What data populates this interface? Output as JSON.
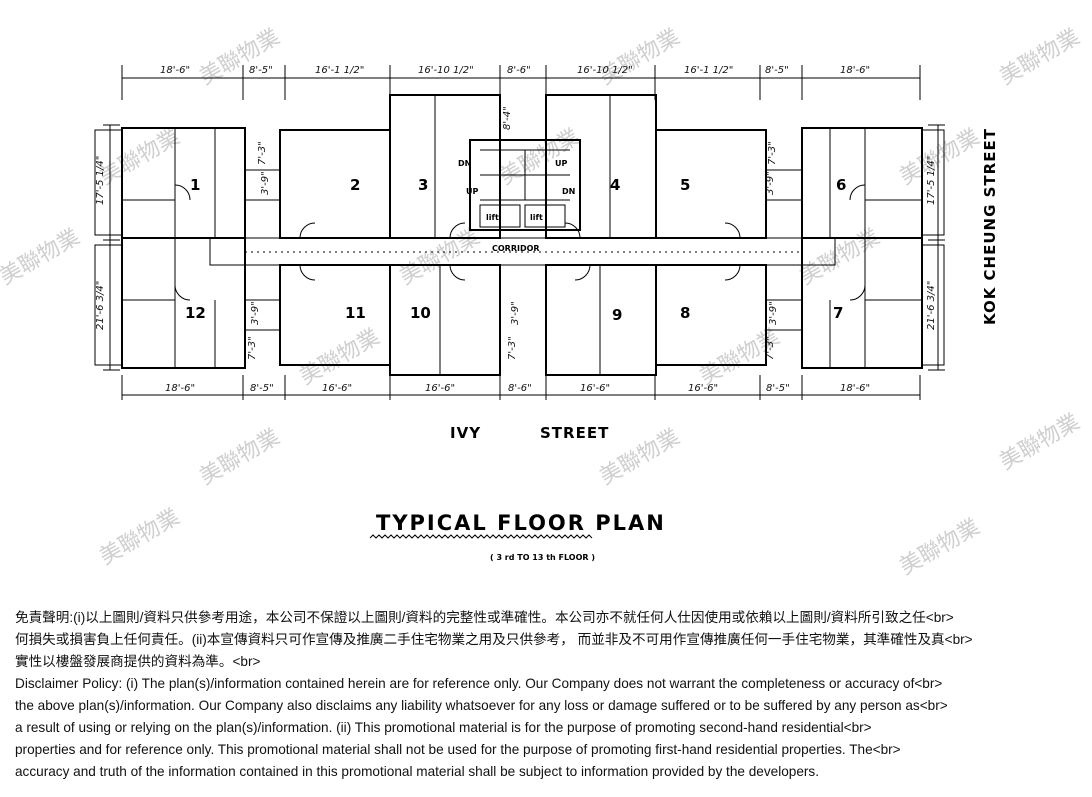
{
  "plan": {
    "top_dims": [
      "18'-6\"",
      "8'-5\"",
      "16'-1 1/2\"",
      "16'-10 1/2\"",
      "8'-6\"",
      "16'-10 1/2\"",
      "16'-1 1/2\"",
      "8'-5\"",
      "18'-6\""
    ],
    "bottom_dims": [
      "18'-6\"",
      "8'-5\"",
      "16'-6\"",
      "16'-6\"",
      "8'-6\"",
      "16'-6\"",
      "16'-6\"",
      "8'-5\"",
      "18'-6\""
    ],
    "side_dims": {
      "upper": "17'-5 1/4\"",
      "lower": "21'-6 3/4\"",
      "small_a": "7'-3\"",
      "small_b": "3'-9\"",
      "core": "8'-4\""
    },
    "units": [
      "1",
      "2",
      "3",
      "4",
      "5",
      "6",
      "7",
      "8",
      "9",
      "10",
      "11",
      "12"
    ],
    "core": {
      "dn": "DN",
      "up": "UP",
      "lift": "lift",
      "corridor": "CORRIDOR"
    },
    "street_bottom": [
      "IVY",
      "STREET"
    ],
    "street_right": "KOK CHEUNG STREET",
    "title": "TYPICAL FLOOR PLAN",
    "subtitle": "( 3 rd TO 13 th FLOOR )"
  },
  "watermark": "美聯物業",
  "disclaimer": [
    "免責聲明:(i)以上圖則/資料只供參考用途，本公司不保證以上圖則/資料的完整性或準確性。本公司亦不就任何人仕因使用或依賴以上圖則/資料所引致之任<br>",
    "何損失或損害負上任何責任。(ii)本宣傳資料只可作宣傳及推廣二手住宅物業之用及只供參考， 而並非及不可用作宣傳推廣任何一手住宅物業，其準確性及真<br>",
    "實性以樓盤發展商提供的資料為準。<br>",
    "Disclaimer Policy: (i) The plan(s)/information contained herein are for reference only. Our Company does not warrant the completeness or accuracy of<br>",
    "the above plan(s)/information. Our Company also disclaims any liability whatsoever for any loss or damage suffered or to be suffered by any person as<br>",
    "a result of using or relying on the plan(s)/information. (ii) This promotional material is for the purpose of promoting second-hand residential<br>",
    "properties and for reference only. This promotional material shall not be used for the purpose of promoting first-hand residential properties. The<br>",
    "accuracy and truth of the information contained in this promotional material shall be subject to information provided by the developers."
  ]
}
